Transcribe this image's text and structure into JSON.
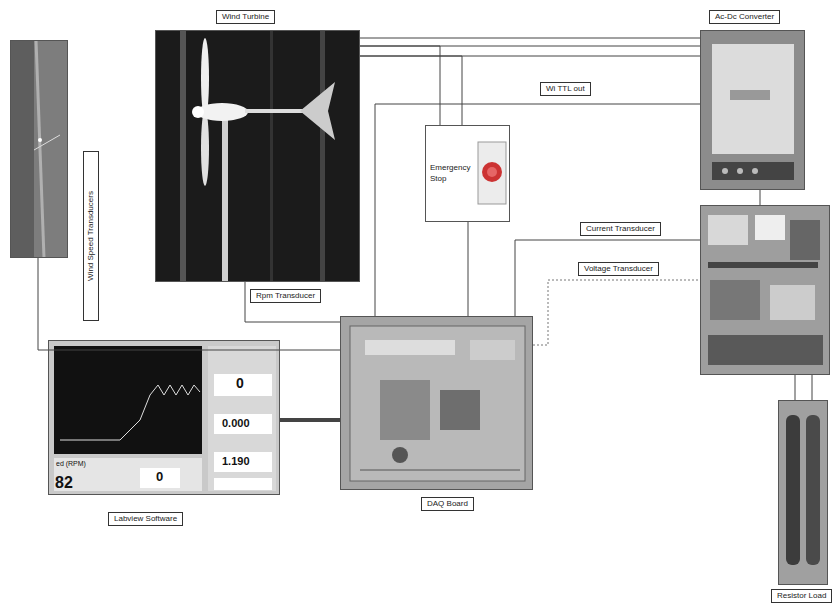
{
  "diagram": {
    "nodes": [
      {
        "text": [
          "Wind Speed Transducers"
        ]
      },
      {
        "text": [
          "Wind Turbine"
        ]
      },
      {
        "text": [
          "Emergency Stop"
        ]
      },
      {
        "text": [
          "Ac-Dc Converter"
        ]
      },
      {
        "text": []
      },
      {
        "text": [
          "DAQ Board"
        ]
      },
      {
        "text": [
          "Labview Software"
        ]
      },
      {
        "text": [
          "Resistor Load"
        ]
      }
    ],
    "edges": [
      {
        "from": 1,
        "to": 3,
        "arrow": "none"
      },
      {
        "from": 1,
        "to": 3,
        "arrow": "none"
      },
      {
        "from": 1,
        "to": 3,
        "arrow": "none"
      },
      {
        "from": 1,
        "to": 2,
        "arrow": "none"
      },
      {
        "from": 1,
        "to": 2,
        "arrow": "none"
      },
      {
        "from": 2,
        "to": 5,
        "arrow": "none"
      },
      {
        "from": 3,
        "to": 5,
        "label": "Wi TTL out",
        "arrow": "none"
      },
      {
        "from": 5,
        "to": 4,
        "label": "Current Transducer",
        "arrow": "none"
      },
      {
        "from": 5,
        "to": 4,
        "label": "Voltage Transducer",
        "arrow": "none"
      },
      {
        "from": 1,
        "to": 5,
        "label": "Rpm Transducer",
        "arrow": "none"
      },
      {
        "from": 0,
        "to": 5,
        "arrow": "none"
      },
      {
        "from": 3,
        "to": 4,
        "arrow": "none"
      },
      {
        "from": 4,
        "to": 7,
        "arrow": "none"
      },
      {
        "from": 4,
        "to": 7,
        "arrow": "none"
      },
      {
        "from": 6,
        "to": 5,
        "arrow": "none"
      }
    ],
    "labels": [
      "ed (RPM)",
      "0",
      "0.000",
      "1.190",
      "82",
      "0"
    ]
  }
}
